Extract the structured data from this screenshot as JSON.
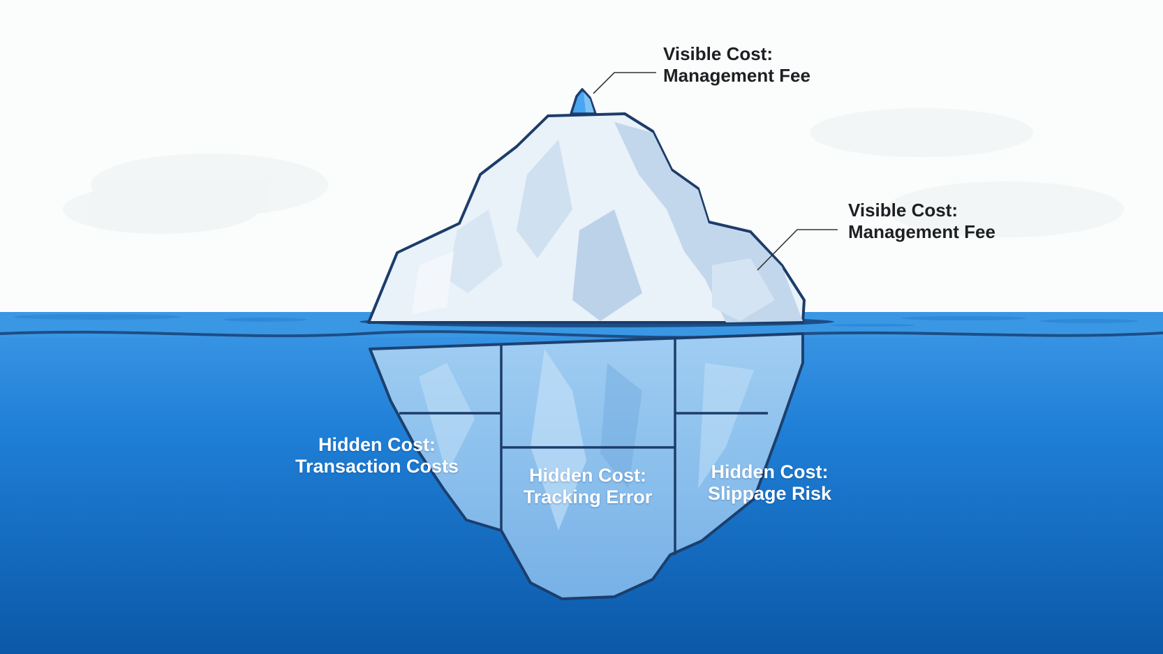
{
  "colors": {
    "sky": "#fbfcfc",
    "water_top": "#3d98e6",
    "water_bottom": "#0b58a8",
    "ice_light": "#e9f1f9",
    "ice_shadow": "#b7cfe6",
    "outline": "#1c3d6a",
    "underwater_ice": "#8cc3ef",
    "tip": "#4aa6f0"
  },
  "labels": {
    "visible_top": {
      "line1": "Visible Cost:",
      "line2": "Management Fee"
    },
    "visible_right": {
      "line1": "Visible Cost:",
      "line2": "Management Fee"
    },
    "hidden_left": {
      "line1": "Hidden Cost:",
      "line2": "Transaction Costs"
    },
    "hidden_center": {
      "line1": "Hidden Cost:",
      "line2": "Tracking Error"
    },
    "hidden_right": {
      "line1": "Hidden Cost:",
      "line2": "Slippage Risk"
    }
  }
}
